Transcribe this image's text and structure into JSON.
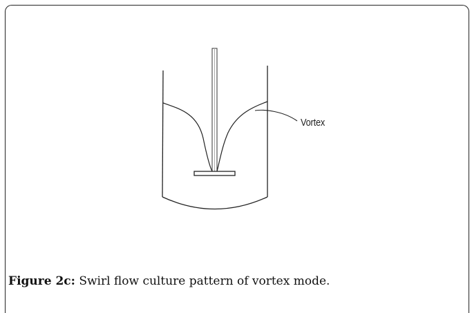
{
  "diagram": {
    "labels": {
      "vortex": "Vortex"
    }
  },
  "caption": {
    "label": "Figure 2c:",
    "text": " Swirl flow culture pattern of vortex mode."
  }
}
